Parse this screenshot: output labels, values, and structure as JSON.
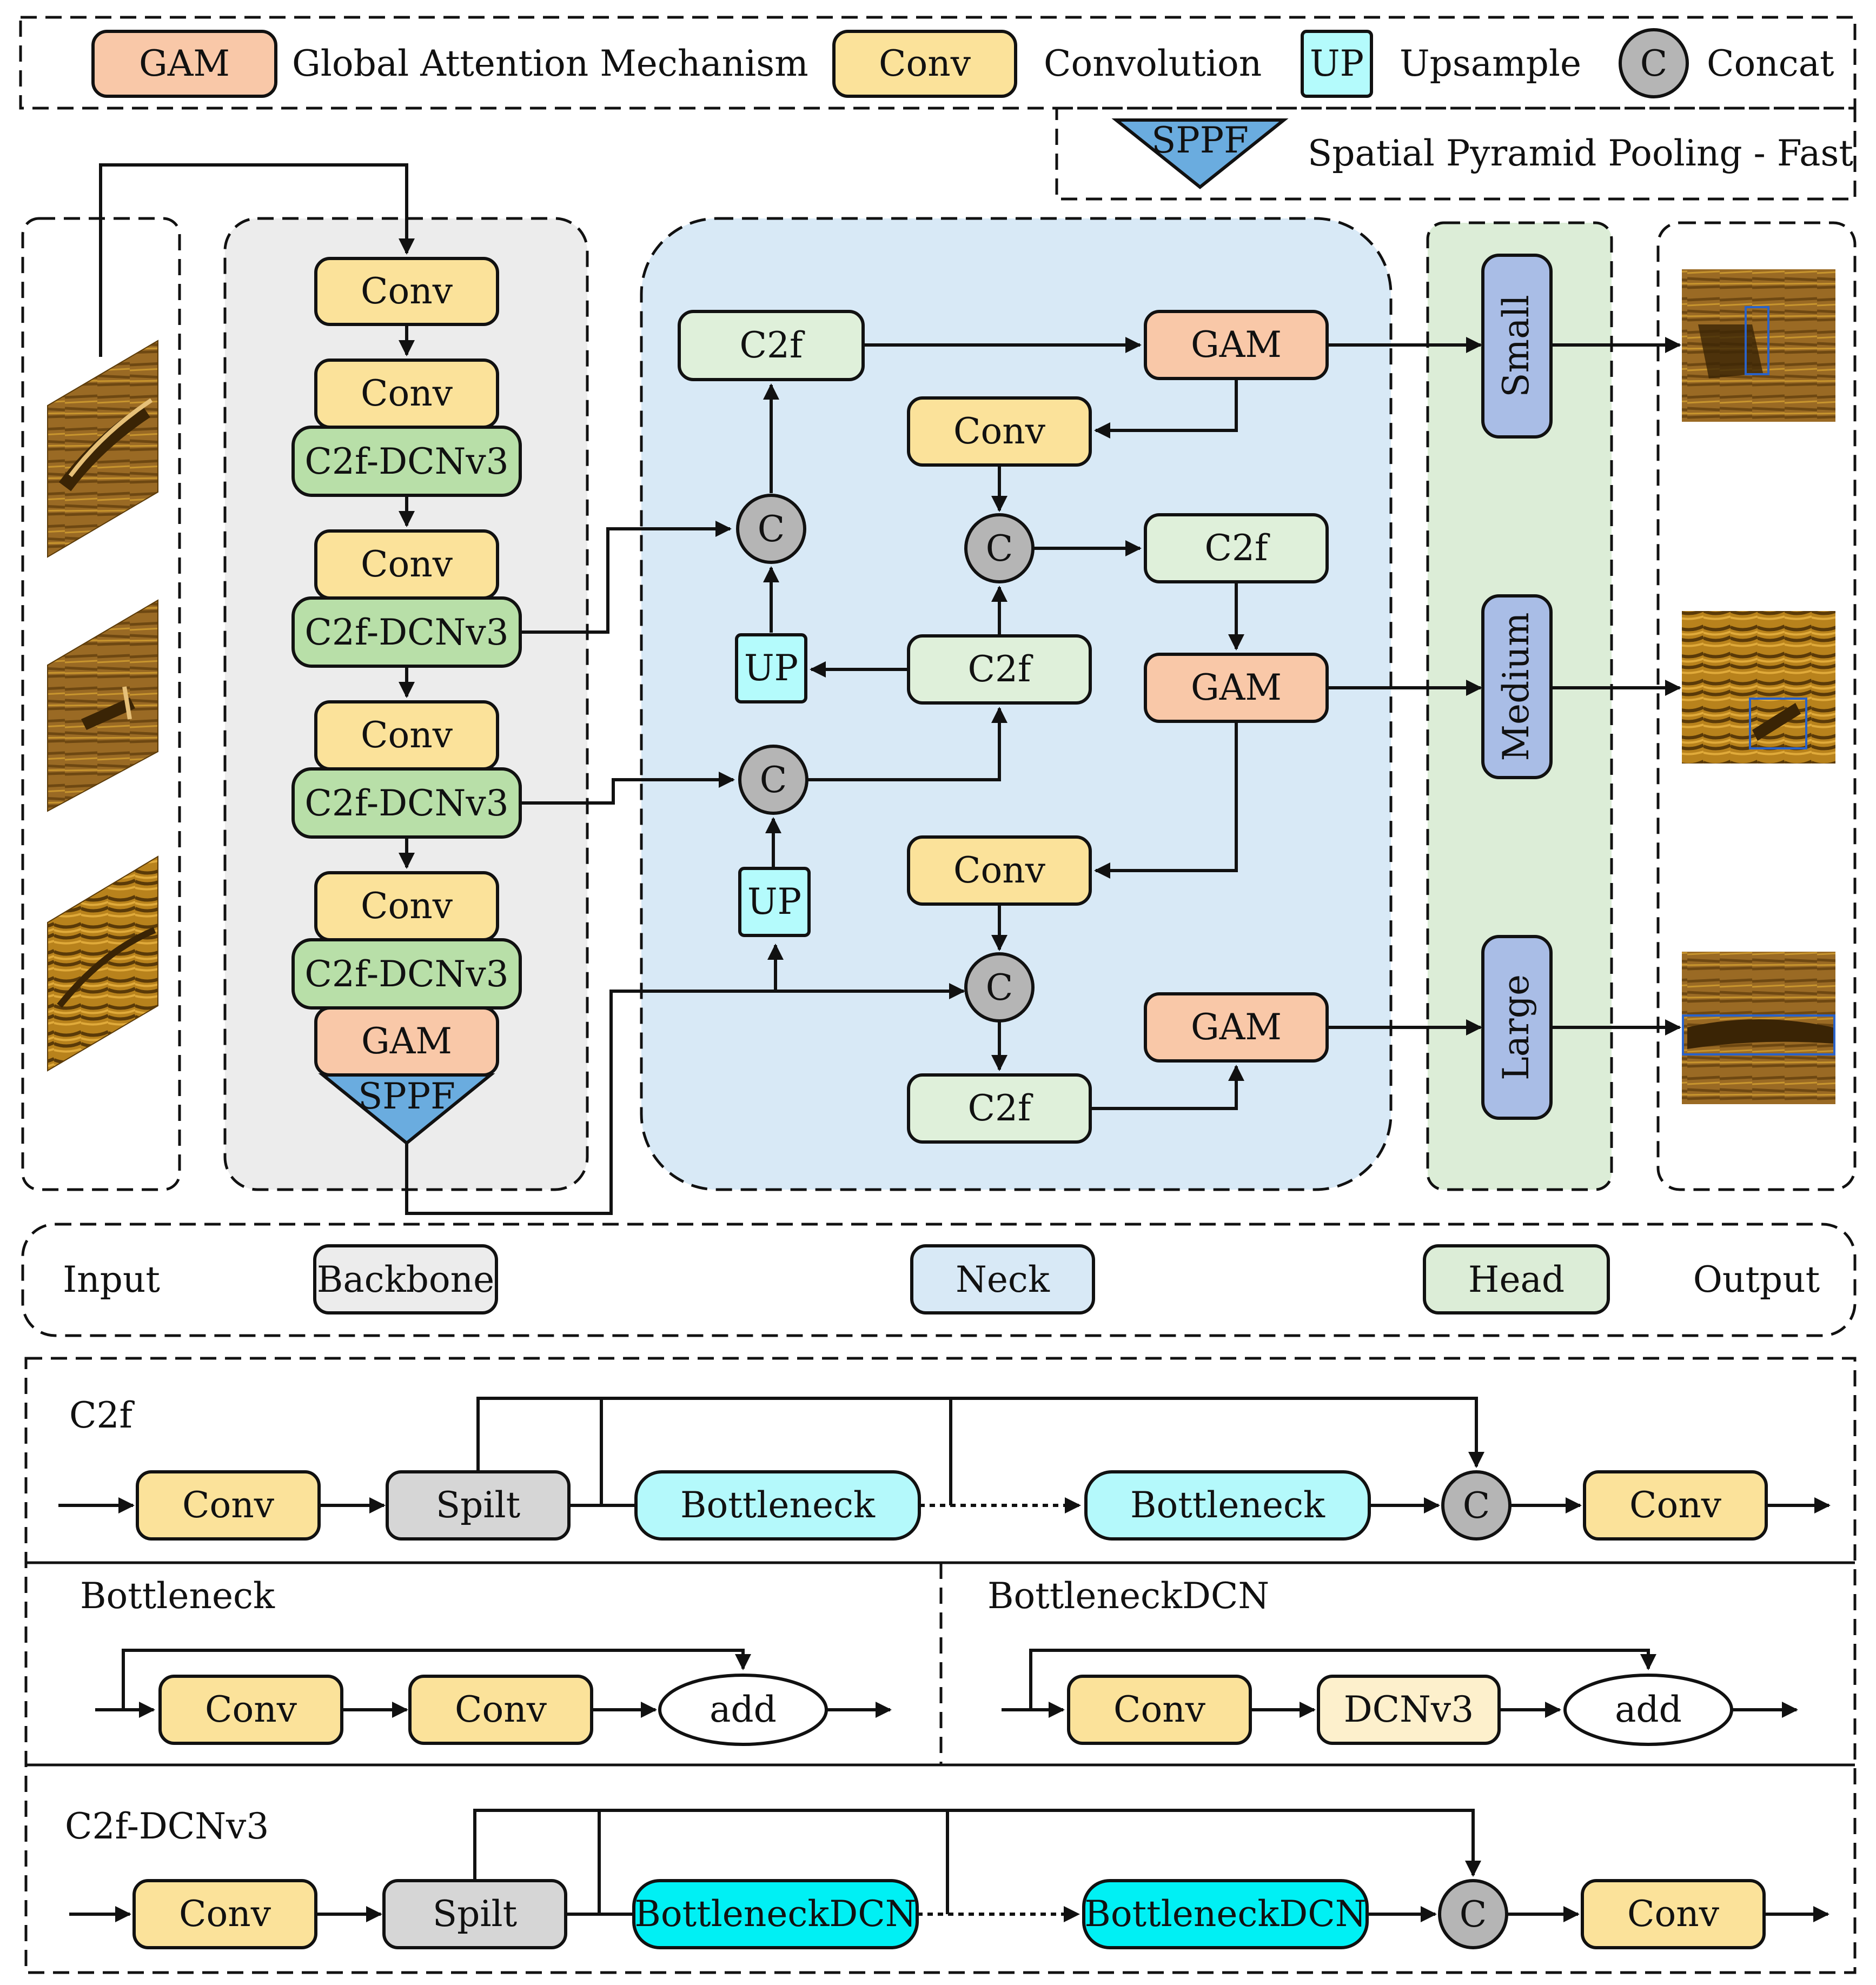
{
  "legend": {
    "gam": {
      "symbol": "GAM",
      "text": "Global Attention Mechanism"
    },
    "conv": {
      "symbol": "Conv",
      "text": "Convolution"
    },
    "up": {
      "symbol": "UP",
      "text": "Upsample"
    },
    "concat": {
      "symbol": "C",
      "text": "Concat"
    },
    "sppf": {
      "symbol": "SPPF",
      "text": "Spatial Pyramid Pooling - Fast"
    }
  },
  "colors": {
    "gam": "#f9c8a8",
    "conv": "#fbe29a",
    "c2f_dcn": "#b8dfa8",
    "c2f": "#dff0da",
    "up": "#b4fbfc",
    "concat": "#b5b5b5",
    "sppf": "#6aacdf",
    "backbone_bg": "#ececec",
    "neck_bg": "#d8e9f6",
    "head_bg": "#dcedd7",
    "head_box": "#a9bde6",
    "split": "#d6d6d6",
    "bottleneck": "#b4f9fb",
    "bottleneck_dcn": "#00f0f4",
    "dcnv3": "#fdf0cc",
    "image_brown": "#9a6a24"
  },
  "backbone": {
    "blocks": [
      "Conv",
      "Conv",
      "C2f-DCNv3",
      "Conv",
      "C2f-DCNv3",
      "Conv",
      "C2f-DCNv3",
      "Conv",
      "C2f-DCNv3",
      "GAM"
    ],
    "sppf": "SPPF"
  },
  "neck": {
    "c2f": "C2f",
    "gam": "GAM",
    "conv": "Conv",
    "up": "UP",
    "concat": "C"
  },
  "head": {
    "small": "Small",
    "medium": "Medium",
    "large": "Large"
  },
  "sections": {
    "input": "Input",
    "backbone": "Backbone",
    "neck": "Neck",
    "head": "Head",
    "output": "Output"
  },
  "modules": {
    "c2f": {
      "title": "C2f",
      "conv": "Conv",
      "split": "Spilt",
      "bottleneck": "Bottleneck",
      "concat": "C"
    },
    "bottleneck": {
      "title": "Bottleneck",
      "conv": "Conv",
      "add": "add"
    },
    "bottleneck_dcn": {
      "title": "BottleneckDCN",
      "conv": "Conv",
      "dcn": "DCNv3",
      "add": "add"
    },
    "c2f_dcnv3": {
      "title": "C2f-DCNv3",
      "conv": "Conv",
      "split": "Spilt",
      "bottleneck_dcn": "BottleneckDCN",
      "concat": "C"
    }
  }
}
